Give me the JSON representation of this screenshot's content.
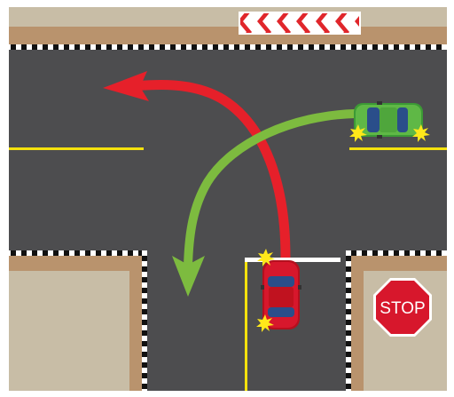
{
  "scene": {
    "sign": {
      "text": "STOP",
      "color": "#d7172c"
    },
    "colors": {
      "sidewalk": "#c8bda6",
      "curb": "#b9936d",
      "road": "#4d4d4f",
      "lane_line": "#f4e10d",
      "stop_line": "#ffffff",
      "red_arrow": "#e6202a",
      "green_arrow": "#7dbb3f",
      "red_car": "#d7172c",
      "green_car": "#5fb846",
      "turn_signal": "#ffe81a"
    },
    "red_car": {
      "action": "left-turn",
      "signal": "left"
    },
    "green_car": {
      "action": "left-turn",
      "signal": "left"
    }
  }
}
